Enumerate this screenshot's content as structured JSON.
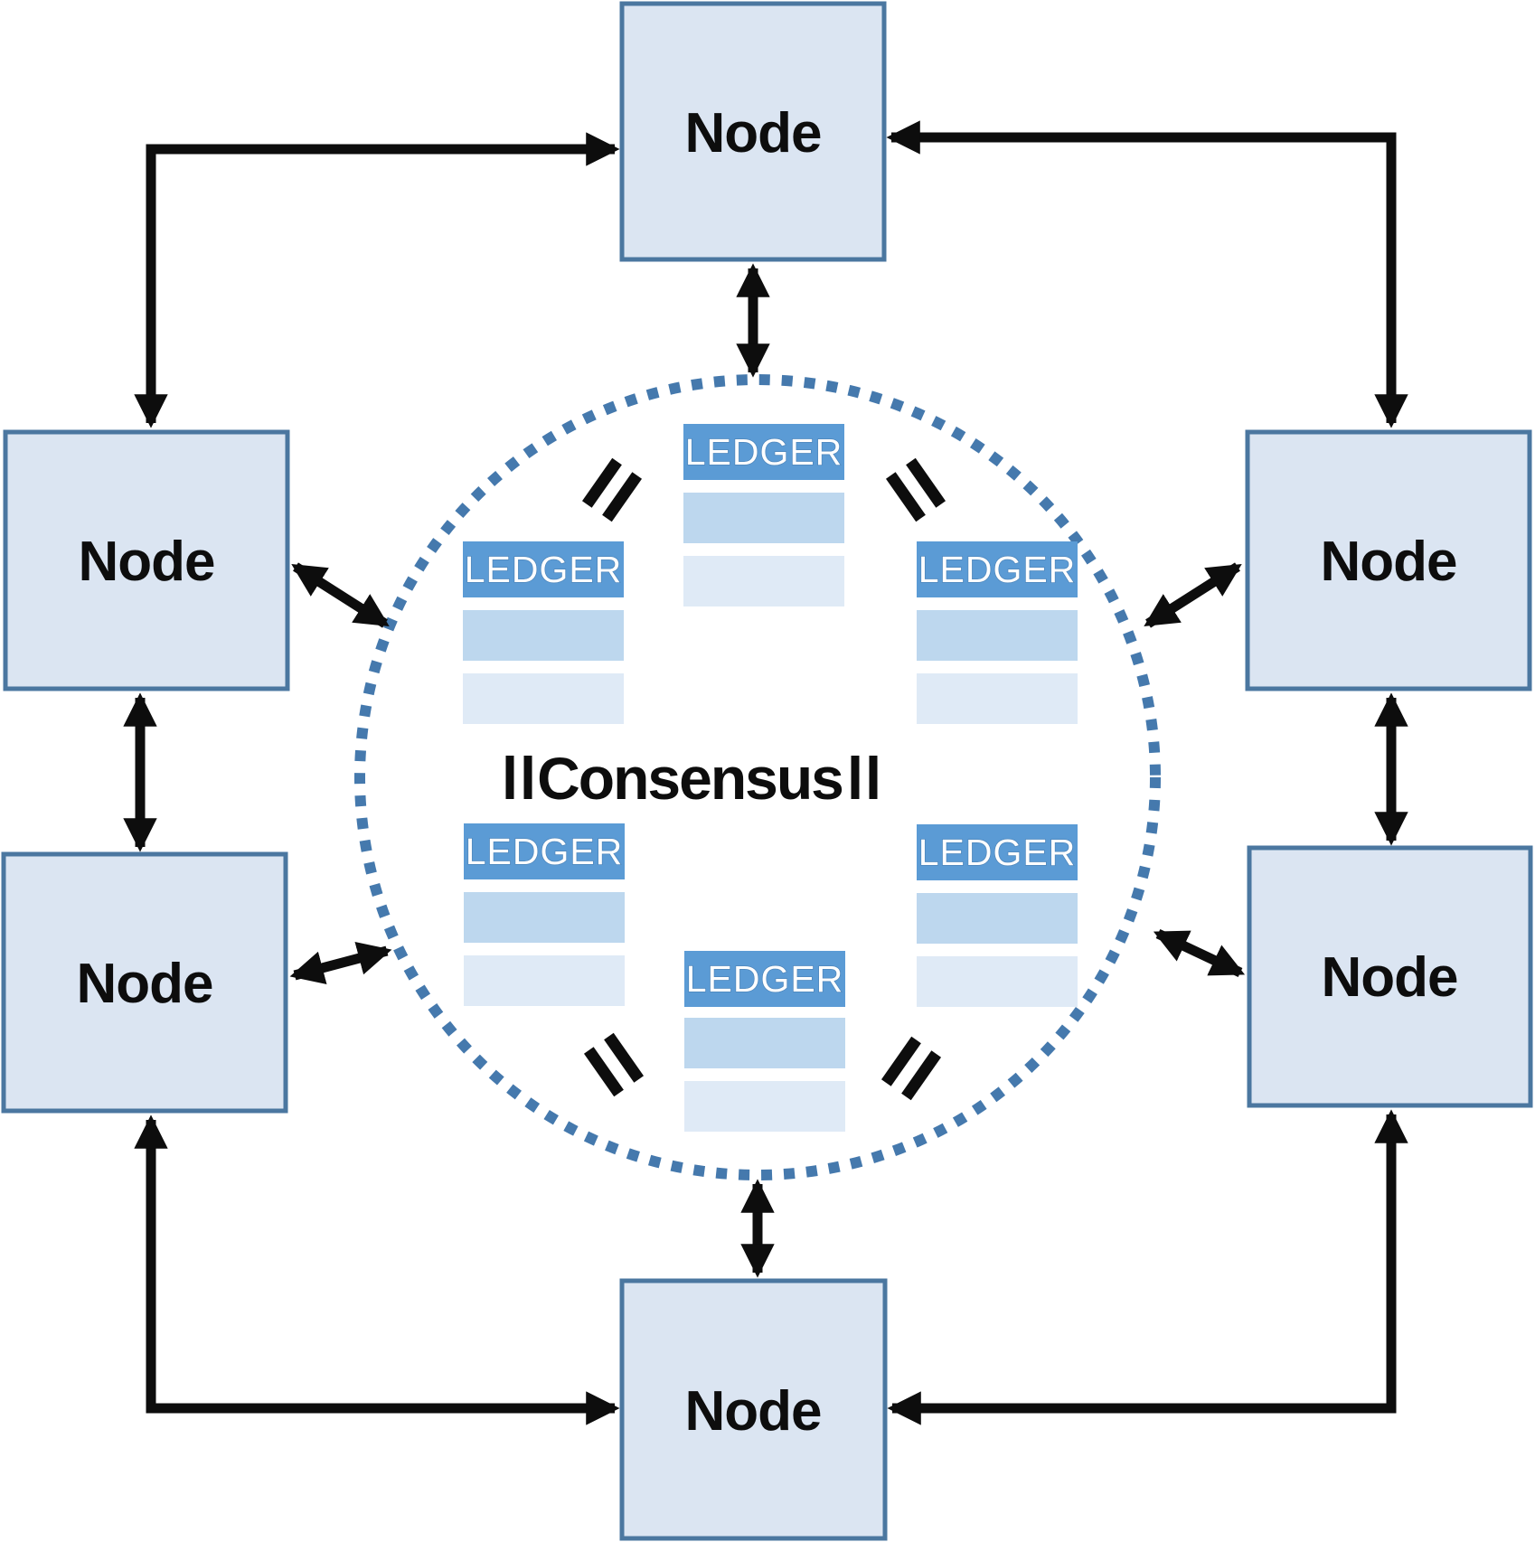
{
  "center_label": "Consensus",
  "nodes": [
    {
      "position": "top",
      "label": "Node"
    },
    {
      "position": "upper-left",
      "label": "Node"
    },
    {
      "position": "upper-right",
      "label": "Node"
    },
    {
      "position": "lower-left",
      "label": "Node"
    },
    {
      "position": "lower-right",
      "label": "Node"
    },
    {
      "position": "bottom",
      "label": "Node"
    }
  ],
  "ledgers": [
    {
      "position": "top-center",
      "label": "LEDGER",
      "rows": 2
    },
    {
      "position": "upper-left",
      "label": "LEDGER",
      "rows": 2
    },
    {
      "position": "upper-right",
      "label": "LEDGER",
      "rows": 2
    },
    {
      "position": "lower-left",
      "label": "LEDGER",
      "rows": 2
    },
    {
      "position": "lower-right",
      "label": "LEDGER",
      "rows": 2
    },
    {
      "position": "bottom-center",
      "label": "LEDGER",
      "rows": 2
    }
  ],
  "equals_marks": {
    "symbol": "=",
    "count": 6
  },
  "connections": {
    "outer_corner_arrows": 4,
    "node_to_node_arrows": 2,
    "node_to_circle_arrows": 6,
    "style": "double-headed"
  },
  "colors": {
    "node_fill": "#dbe5f2",
    "node_border": "#4b77a0",
    "ledger_header_fill": "#5b9bd5",
    "ledger_row_medium": "#bdd7ee",
    "ledger_row_light": "#dfeaf6",
    "circle_dot": "#4579ad",
    "ink": "#0d0d0d",
    "bg": "#ffffff"
  }
}
